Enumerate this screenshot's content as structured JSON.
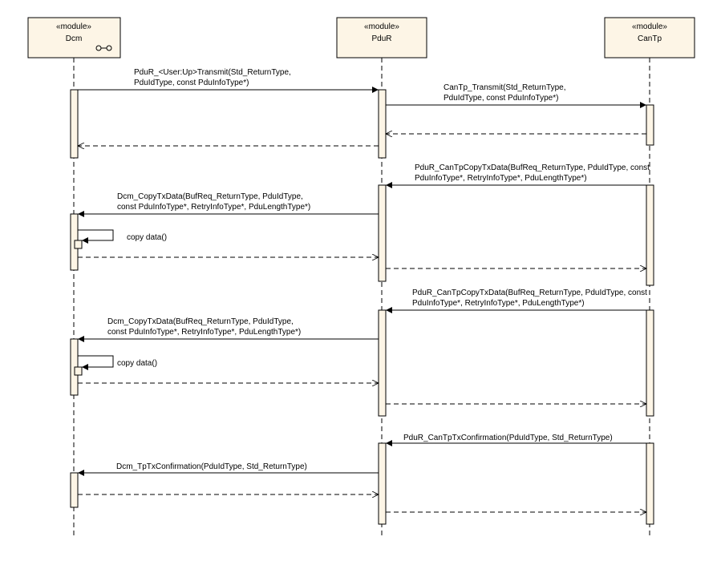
{
  "lifelines": [
    {
      "id": "dcm",
      "stereotype": "«module»",
      "name": "Dcm",
      "has_component_icon": true
    },
    {
      "id": "pdur",
      "stereotype": "«module»",
      "name": "PduR",
      "has_component_icon": false
    },
    {
      "id": "cantp",
      "stereotype": "«module»",
      "name": "CanTp",
      "has_component_icon": false
    }
  ],
  "messages": [
    {
      "from": "dcm",
      "to": "pdur",
      "kind": "call",
      "lines": [
        "PduR_<User:Up>Transmit(Std_ReturnType,",
        "PduIdType, const PduInfoType*)"
      ]
    },
    {
      "from": "pdur",
      "to": "cantp",
      "kind": "call",
      "lines": [
        "CanTp_Transmit(Std_ReturnType,",
        "PduIdType, const PduInfoType*)"
      ]
    },
    {
      "from": "cantp",
      "to": "pdur",
      "kind": "return",
      "lines": []
    },
    {
      "from": "pdur",
      "to": "dcm",
      "kind": "return",
      "lines": []
    },
    {
      "from": "cantp",
      "to": "pdur",
      "kind": "call",
      "lines": [
        "PduR_CanTpCopyTxData(BufReq_ReturnType, PduIdType, const",
        "PduInfoType*, RetryInfoType*, PduLengthType*)"
      ]
    },
    {
      "from": "pdur",
      "to": "dcm",
      "kind": "call",
      "lines": [
        "Dcm_CopyTxData(BufReq_ReturnType, PduIdType,",
        "const PduInfoType*, RetryInfoType*, PduLengthType*)"
      ]
    },
    {
      "from": "dcm",
      "to": "dcm",
      "kind": "self",
      "lines": [
        "copy data()"
      ]
    },
    {
      "from": "dcm",
      "to": "pdur",
      "kind": "return",
      "lines": []
    },
    {
      "from": "pdur",
      "to": "cantp",
      "kind": "return",
      "lines": []
    },
    {
      "from": "cantp",
      "to": "pdur",
      "kind": "call",
      "lines": [
        "PduR_CanTpCopyTxData(BufReq_ReturnType, PduIdType, const",
        "PduInfoType*, RetryInfoType*, PduLengthType*)"
      ]
    },
    {
      "from": "pdur",
      "to": "dcm",
      "kind": "call",
      "lines": [
        "Dcm_CopyTxData(BufReq_ReturnType, PduIdType,",
        "const PduInfoType*, RetryInfoType*, PduLengthType*)"
      ]
    },
    {
      "from": "dcm",
      "to": "dcm",
      "kind": "self",
      "lines": [
        "copy data()"
      ]
    },
    {
      "from": "dcm",
      "to": "pdur",
      "kind": "return",
      "lines": []
    },
    {
      "from": "pdur",
      "to": "cantp",
      "kind": "return",
      "lines": []
    },
    {
      "from": "cantp",
      "to": "pdur",
      "kind": "call",
      "lines": [
        "PduR_CanTpTxConfirmation(PduIdType, Std_ReturnType)"
      ]
    },
    {
      "from": "pdur",
      "to": "dcm",
      "kind": "call",
      "lines": [
        "Dcm_TpTxConfirmation(PduIdType, Std_ReturnType)"
      ]
    },
    {
      "from": "dcm",
      "to": "pdur",
      "kind": "return",
      "lines": []
    },
    {
      "from": "pdur",
      "to": "cantp",
      "kind": "return",
      "lines": []
    }
  ],
  "colors": {
    "box_fill": "#fdf5e6",
    "activation_fill": "#fdf5e6",
    "line": "#000000"
  }
}
